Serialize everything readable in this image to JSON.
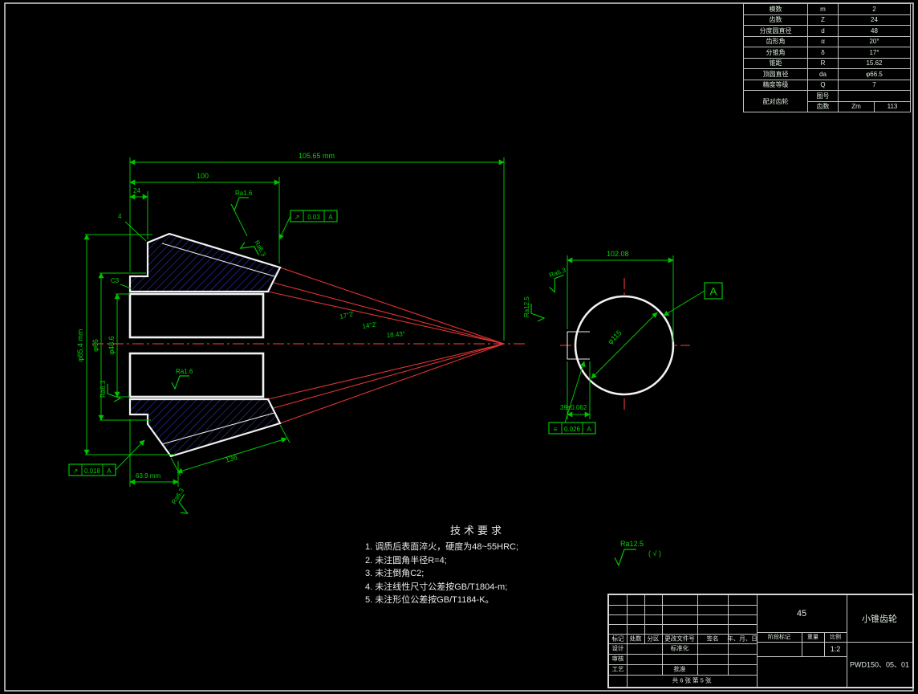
{
  "colors": {
    "background": "#000000",
    "outline": "#f2f2f2",
    "dimension": "#00c300",
    "centerline": "#ff4040",
    "hatch": "#3c3cd8",
    "table_text": "#d9ead9"
  },
  "param_table": {
    "rows": [
      {
        "label": "模数",
        "sym": "m",
        "val": "2"
      },
      {
        "label": "齿数",
        "sym": "Z",
        "val": "24"
      },
      {
        "label": "分度圆直径",
        "sym": "d",
        "val": "48"
      },
      {
        "label": "齿形角",
        "sym": "α",
        "val": "20°"
      },
      {
        "label": "分锥角",
        "sym": "δ",
        "val": "17°"
      },
      {
        "label": "锥距",
        "sym": "R",
        "val": "15.62"
      },
      {
        "label": "顶圆直径",
        "sym": "da",
        "val": "φ66.5"
      },
      {
        "label": "精度等级",
        "sym": "Q",
        "val": "7"
      }
    ],
    "pair": {
      "label": "配对齿轮",
      "row1_label": "图号",
      "row1_val": "",
      "row2_label": "齿数",
      "row2_sym": "Zm",
      "row2_val": "113"
    }
  },
  "main_view": {
    "dim_total": "105.65 mm",
    "dim_width": "100",
    "dim_hub": "24",
    "dim_chamfer": "4",
    "dia_outer": "φ85.4 mm",
    "dia_mid": "φ66",
    "dia_bore": "φ48.6",
    "chamfer_c3": "C3",
    "angle_1": "17°2′",
    "angle_2": "14°2′",
    "angle_3": "18.43°",
    "dim_face": "136",
    "dim_back": "63.9 mm",
    "ra_top": "Ra1.6",
    "ra_back": "Ra6.3",
    "ra_bore": "Ra1.6",
    "ra_front": "Ra6.3",
    "ra_bottom": "Ra6.3",
    "tol_top": {
      "sym": "↗",
      "val": "0.03",
      "datum": "A"
    },
    "tol_bottom": {
      "sym": "↗",
      "val": "0.018",
      "datum": "A"
    }
  },
  "side_view": {
    "dim_top": "102.08",
    "dia": "φ115",
    "datum": "A",
    "ra_1": "Ra6.3",
    "ra_2": "Ra12.5",
    "dim_key": "39±0.062",
    "tol": {
      "sym": "≡",
      "val": "0.026",
      "datum": "A"
    }
  },
  "tech_req": {
    "title": "技术要求",
    "items": [
      "1. 调质后表面淬火，硬度为48~55HRC;",
      "2. 未注圆角半径R=4;",
      "3. 未注倒角C2;",
      "4. 未注线性尺寸公差按GB/T1804-m;",
      "5. 未注形位公差按GB/T1184-K。"
    ]
  },
  "surface_note": {
    "ra": "Ra12.5",
    "rest": "( √ )"
  },
  "title_block": {
    "rev_header": [
      "标记",
      "处数",
      "分区",
      "更改文件号",
      "签名",
      "年、月、日"
    ],
    "sign_rows": [
      "设计",
      "审核",
      "工艺"
    ],
    "std_label": "标准化",
    "approve_label": "批准",
    "sheets": "共 6 张  第 5 张",
    "material": "45",
    "stage_label": "阶段标记",
    "weight_label": "重量",
    "scale_label": "比例",
    "scale_val": "1:2",
    "part_name": "小锥齿轮",
    "drawing_no": "PWD150、05、01"
  }
}
